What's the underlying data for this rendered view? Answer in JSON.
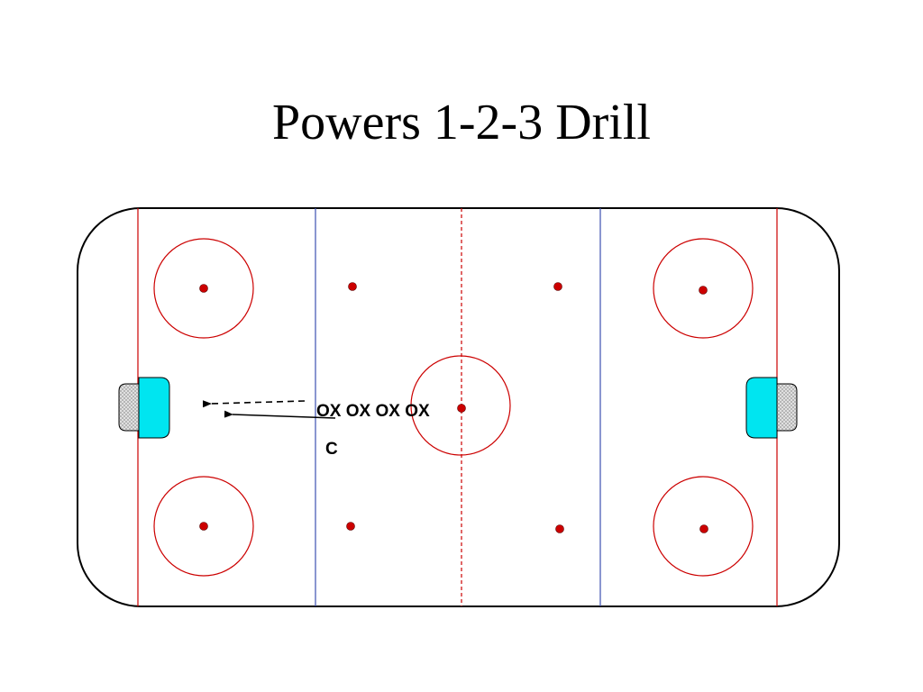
{
  "slide": {
    "title": "Powers 1-2-3 Drill"
  },
  "diagram": {
    "players_label": "OX OX OX OX",
    "coach_label": "C",
    "colors": {
      "goal_line": "#cc0000",
      "blue_line": "#3d4fb0",
      "center_line": "#cc0000",
      "faceoff_dot": "#cc0000",
      "crease": "#00e5f0",
      "net": "#d8d8d8",
      "boards": "#000000"
    }
  }
}
